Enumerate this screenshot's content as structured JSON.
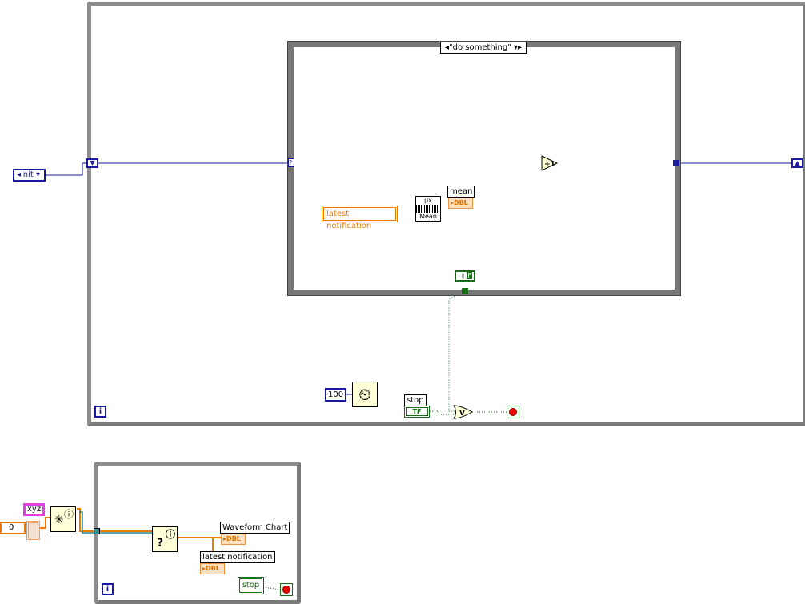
{
  "top_loop": {
    "enum_constant": "init",
    "case_selector": "\"do something\"",
    "increment_label": "+1",
    "source_control": "latest notification",
    "mean_function": {
      "top": "μx",
      "bottom": "Mean"
    },
    "mean_indicator": {
      "label": "mean",
      "type": "DBL"
    },
    "false_constant": "F",
    "wait_ms": "100",
    "stop_control": {
      "label": "stop",
      "type": "TF"
    },
    "or_symbol": "V",
    "iteration_terminal": "i"
  },
  "bottom_loop": {
    "name_constant": "xyz",
    "numeric_constant": "0",
    "create_notifier_icon": "✳",
    "wait_notification_icon": "?",
    "waveform_chart": {
      "label": "Waveform Chart",
      "type": "DBL"
    },
    "latest_notification": {
      "label": "latest notification",
      "type": "DBL"
    },
    "stop_button": "stop",
    "iteration_terminal": "i"
  },
  "colors": {
    "blue_wire": "#1a1aa0",
    "orange_wire": "#f07800",
    "green_wire": "#1a6b1a",
    "loop_border": "#8c8c8c"
  }
}
